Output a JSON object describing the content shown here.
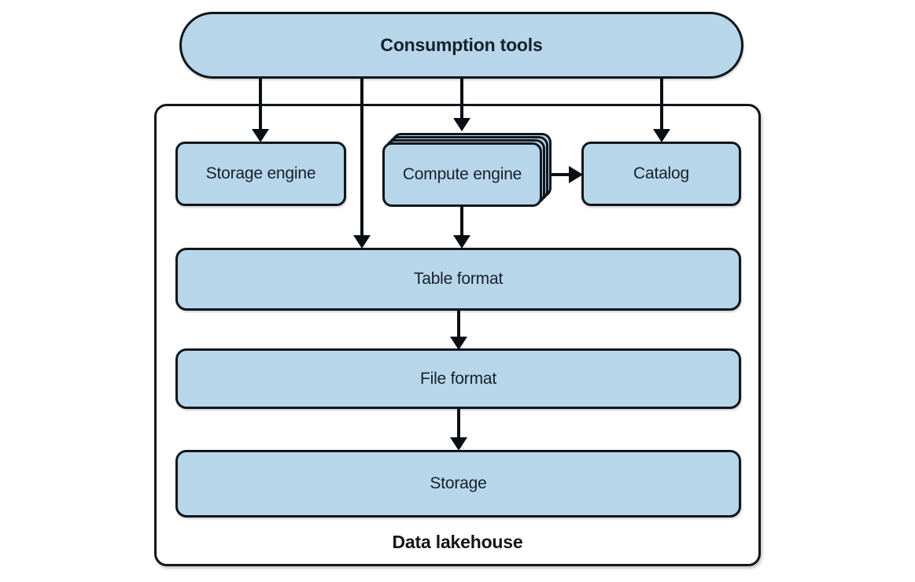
{
  "diagram": {
    "type": "architecture-diagram",
    "nodes": {
      "consumption_tools": "Consumption tools",
      "storage_engine": "Storage engine",
      "compute_engine": "Compute engine",
      "catalog": "Catalog",
      "table_format": "Table format",
      "file_format": "File format",
      "storage": "Storage"
    },
    "container_label": "Data lakehouse",
    "edges": [
      {
        "from": "Consumption tools",
        "to": "Storage engine"
      },
      {
        "from": "Consumption tools",
        "to": "Table format"
      },
      {
        "from": "Consumption tools",
        "to": "Compute engine"
      },
      {
        "from": "Consumption tools",
        "to": "Catalog"
      },
      {
        "from": "Compute engine",
        "to": "Catalog"
      },
      {
        "from": "Compute engine",
        "to": "Table format"
      },
      {
        "from": "Table format",
        "to": "File format"
      },
      {
        "from": "File format",
        "to": "Storage"
      }
    ],
    "colors": {
      "node_fill": "#b7d6ea",
      "node_border": "#10161c",
      "text": "#17212b",
      "background": "#ffffff"
    }
  }
}
